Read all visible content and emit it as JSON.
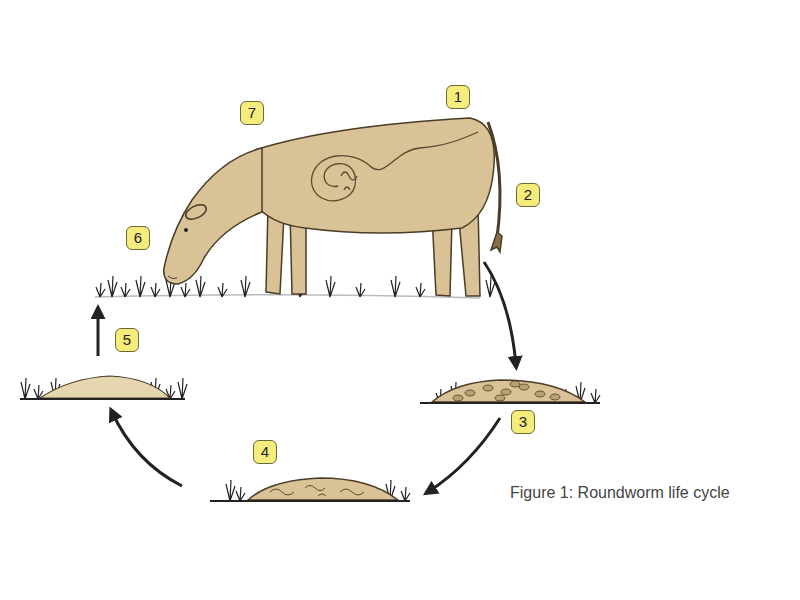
{
  "diagram": {
    "caption": "Figure 1: Roundworm life cycle",
    "labels": [
      "1",
      "2",
      "3",
      "4",
      "5",
      "6",
      "7"
    ]
  }
}
